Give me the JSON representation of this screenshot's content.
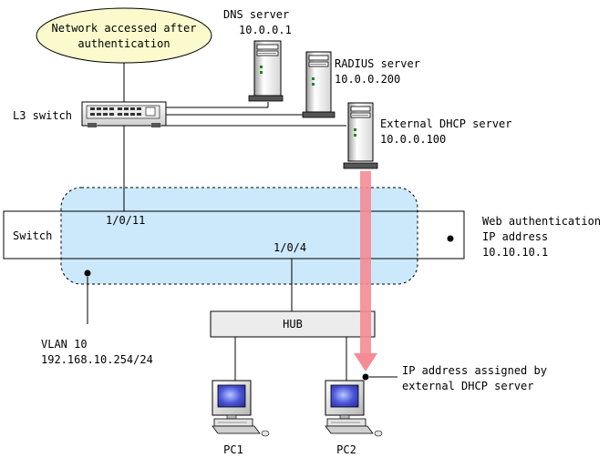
{
  "labels": {
    "network_line1": "Network accessed after",
    "network_line2": "authentication",
    "dns_title": "DNS server",
    "dns_ip": "10.0.0.1",
    "radius_title": "RADIUS server",
    "radius_ip": "10.0.0.200",
    "l3_switch": "L3 switch",
    "dhcp_title": "External DHCP server",
    "dhcp_ip": "10.0.0.100",
    "switch": "Switch",
    "port_uplink": "1/0/11",
    "port_hub": "1/0/4",
    "webauth_line1": "Web authentication",
    "webauth_line2": "IP address",
    "webauth_ip": "10.10.10.1",
    "hub": "HUB",
    "vlan_line1": "VLAN 10",
    "vlan_line2": "192.168.10.254/24",
    "assigned_line1": "IP address assigned by",
    "assigned_line2": "external DHCP server",
    "pc1": "PC1",
    "pc2": "PC2"
  },
  "colors": {
    "network_cloud": "#fafacd",
    "vlan_region": "#bfe4fb",
    "dhcp_arrow": "#f58b94",
    "screen": "#3c41c8"
  }
}
